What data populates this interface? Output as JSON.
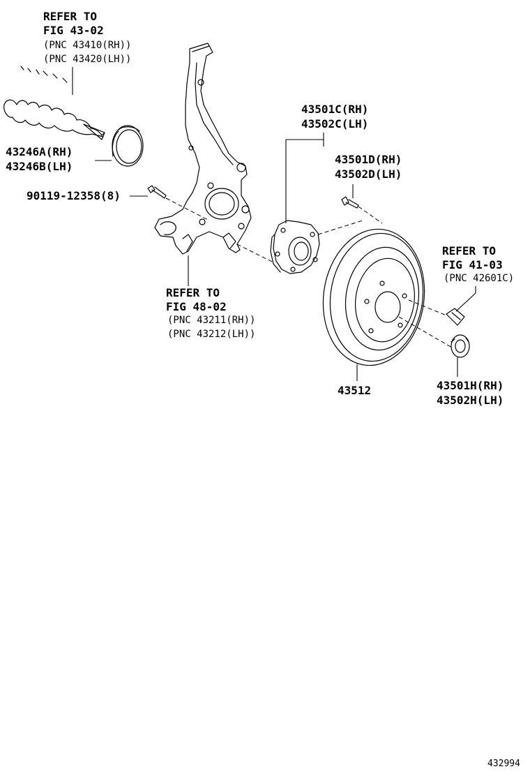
{
  "refs": {
    "hub_bearing_ref": {
      "line1": "REFER TO",
      "line2": "FIG 43-02",
      "line3": "(PNC 43410(RH))",
      "line4": "(PNC 43420(LH))"
    },
    "lower_arm_ref": {
      "line1": "REFER TO",
      "line2": "FIG 48-02",
      "line3": "(PNC 43211(RH))",
      "line4": "(PNC 43212(LH))"
    },
    "wheel_nut_ref": {
      "line1": "REFER TO",
      "line2": "FIG 41-03",
      "line3": "(PNC 42601C)"
    }
  },
  "parts": {
    "dust_seal": {
      "line1": "43246A(RH)",
      "line2": "43246B(LH)"
    },
    "bolt": {
      "label": "90119-12358(8)"
    },
    "hub_assy": {
      "line1": "43501C(RH)",
      "line2": "43502C(LH)"
    },
    "hub_bolt": {
      "line1": "43501D(RH)",
      "line2": "43502D(LH)"
    },
    "disc": {
      "label": "43512"
    },
    "hub_nut": {
      "line1": "43501H(RH)",
      "line2": "43502H(LH)"
    }
  },
  "figure_id": "432994"
}
